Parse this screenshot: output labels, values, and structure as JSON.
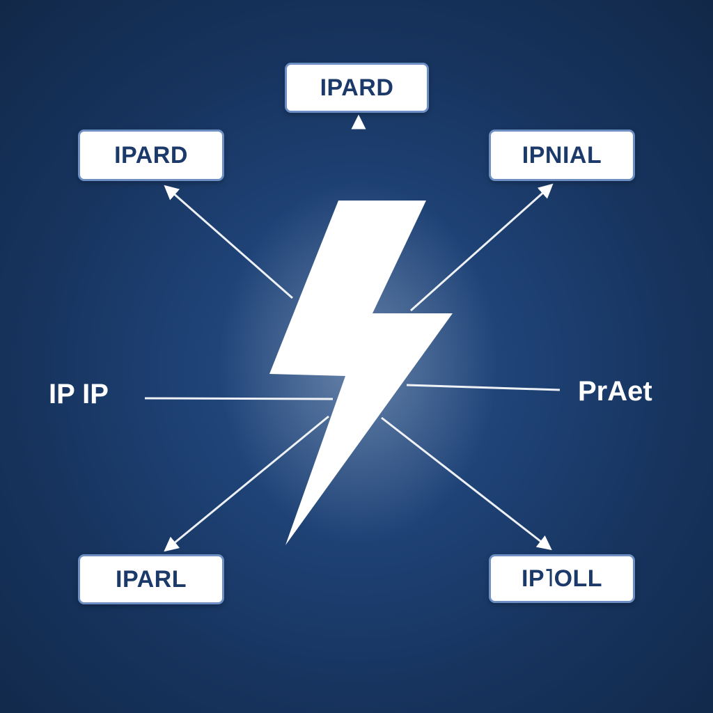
{
  "colors": {
    "background": "#1f4377",
    "box_fill": "#ffffff",
    "box_border": "#6d8fc4",
    "box_text": "#1c3a69",
    "line": "#ffffff",
    "bolt": "#ffffff"
  },
  "center": {
    "icon": "lightning-bolt-icon"
  },
  "nodes": {
    "top": {
      "label": "IPARD"
    },
    "top_left": {
      "label": "IPARD"
    },
    "top_right": {
      "label": "IPNIAL"
    },
    "bottom_left": {
      "label": "IPARL"
    },
    "bottom_right": {
      "label": "IP˥OLL"
    }
  },
  "side_labels": {
    "left": "IP IP",
    "right": "PrAet"
  }
}
